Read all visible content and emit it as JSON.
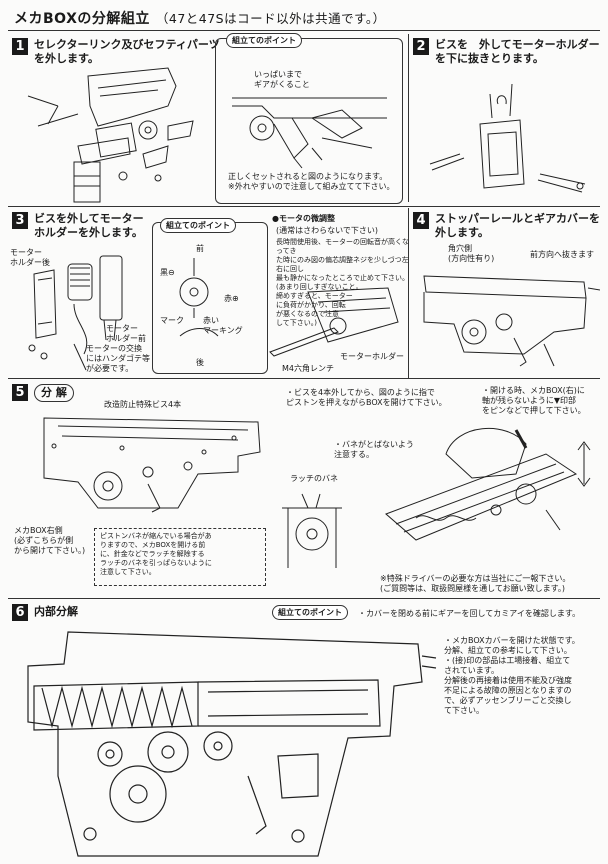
{
  "title": {
    "main": "メカBOXの分解組立",
    "note": "（47と47Sはコード以外は共通です。）"
  },
  "sections": [
    {
      "number": "1",
      "heading": [
        "セレクターリンク及びセフティパーツ",
        "を外します。"
      ],
      "point_label": "組立てのポイント",
      "callout": [
        "いっぱいまで",
        "ギアがくること"
      ],
      "caption": [
        "正しくセットされると図のようになります。",
        "※外れやすいので注意して組み立てて下さい。"
      ]
    },
    {
      "number": "2",
      "heading": [
        "ビスを　外してモーターホルダー",
        "を下に抜きとります。"
      ]
    },
    {
      "number": "3",
      "heading": [
        "ビスを外してモーター",
        "ホルダーを外します。"
      ],
      "labels": [
        "モーター",
        "ホルダー後",
        "モーター",
        "ホルダー前",
        "モーターの交換",
        "にはハンダゴテ等",
        "が必要です。"
      ],
      "point_label": "組立てのポイント",
      "point_labels": [
        "前",
        "黒⊖",
        "赤⊕",
        "マーク",
        "赤い",
        "マーキング",
        "後"
      ],
      "motor_adjust_title": "●モータの微調整",
      "motor_adjust_sub": "(通常はさわらないで下さい)",
      "motor_adjust_text": [
        "長時間使用後、モーターの回転音が高くなってき",
        "た時にのみ図の偏芯調整ネジを少しづつ左右に回し",
        "最も静かになったところで止めて下さい。",
        "(あまり回しすぎないこと。",
        "締めすぎると、モーター",
        "に負荷がかかり、回転",
        "が悪くなるので注意",
        "して下さい。)"
      ],
      "wrench_label": "M4六角レンチ",
      "holder_label": "モーターホルダー"
    },
    {
      "number": "4",
      "heading": [
        "ストッパーレールとギアカバーを",
        "外します。"
      ],
      "labels": [
        "角穴側",
        "(方向性有り)",
        "前方向へ抜きます"
      ]
    },
    {
      "number": "5",
      "heading": "分 解",
      "labels": [
        "改造防止特殊ビス4本",
        "メカBOX右側",
        "(必ずこちらが側",
        "から開けて下さい。)",
        "ラッチのバネ"
      ],
      "note_dashed": [
        "ピストンバネが縮んでいる場合があ",
        "りますので、メカBOXを開ける前",
        "に、針金などでラッチを解除する",
        "ラッチのバネを引っぱらないように",
        "注意して下さい。"
      ],
      "instr_1": [
        "・ビスを4本外してから、図のように指で",
        "ピストンを押えながらBOXを開けて下さい。"
      ],
      "instr_2": [
        "・開ける時、メカBOX(右)に",
        "軸が残らないように▼印部",
        "をピンなどで押して下さい。"
      ],
      "spring_note": [
        "・バネがとばないよう",
        "注意する。"
      ],
      "driver_note": [
        "※特殊ドライバーの必要な方は当社にご一報下さい。",
        "(ご質問等は、取扱問屋様を通してお願い致します。)"
      ]
    },
    {
      "number": "6",
      "heading": "内部分解",
      "point_label": "組立てのポイント",
      "point_text": "・カバーを閉める前にギアーを回してカミアイを確認します。",
      "notes": [
        "・メカBOXカバーを開けた状態です。",
        "分解、組立ての参考にして下さい。",
        "・(接)印の部品は工場接着、組立て",
        "されています。",
        "分解後の再接着は使用不能及び強度",
        "不足による故障の原因となりますの",
        "で、必ずアッセンブリーごと交換し",
        "て下さい。"
      ]
    }
  ]
}
